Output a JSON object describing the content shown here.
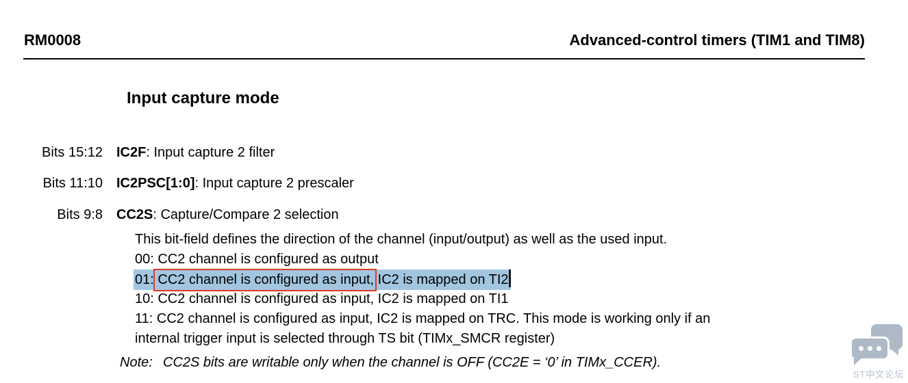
{
  "header": {
    "doc_id": "RM0008",
    "title": "Advanced-control timers (TIM1 and TIM8)"
  },
  "section": {
    "heading": "Input capture mode"
  },
  "bit_fields": [
    {
      "bits": "Bits 15:12",
      "name": "IC2F",
      "desc": ": Input capture 2 filter"
    },
    {
      "bits": "Bits 11:10",
      "name": "IC2PSC[1:0]",
      "desc": ": Input capture 2 prescaler"
    },
    {
      "bits": "Bits 9:8",
      "name": "CC2S",
      "desc": ": Capture/Compare 2 selection"
    }
  ],
  "description": {
    "intro": "This bit-field defines the direction of the channel (input/output) as well as the used input.",
    "options": [
      {
        "text": "00: CC2 channel is configured as output"
      },
      {
        "highlighted": true,
        "prefix": "01:",
        "boxed": " CC2 channel is configured as input,",
        "suffix": " IC2 is mapped on TI2"
      },
      {
        "text": "10: CC2 channel is configured as input, IC2 is mapped on TI1"
      },
      {
        "text": "11: CC2 channel is configured as input, IC2 is mapped on TRC. This mode is working only if an"
      },
      {
        "text": "internal trigger input is selected through TS bit (TIMx_SMCR register)"
      }
    ]
  },
  "note": {
    "label": "Note:",
    "text": "CC2S bits are writable only when the channel is OFF (CC2E = ‘0’ in TIMx_CCER)."
  },
  "selection": {
    "highlight_color": "#a3c6e0",
    "annotation_box_color": "#dd3a2a",
    "cursor_color": "#14171c"
  },
  "watermark": {
    "text": "ST中文论坛",
    "color": "#aeb9c7"
  }
}
